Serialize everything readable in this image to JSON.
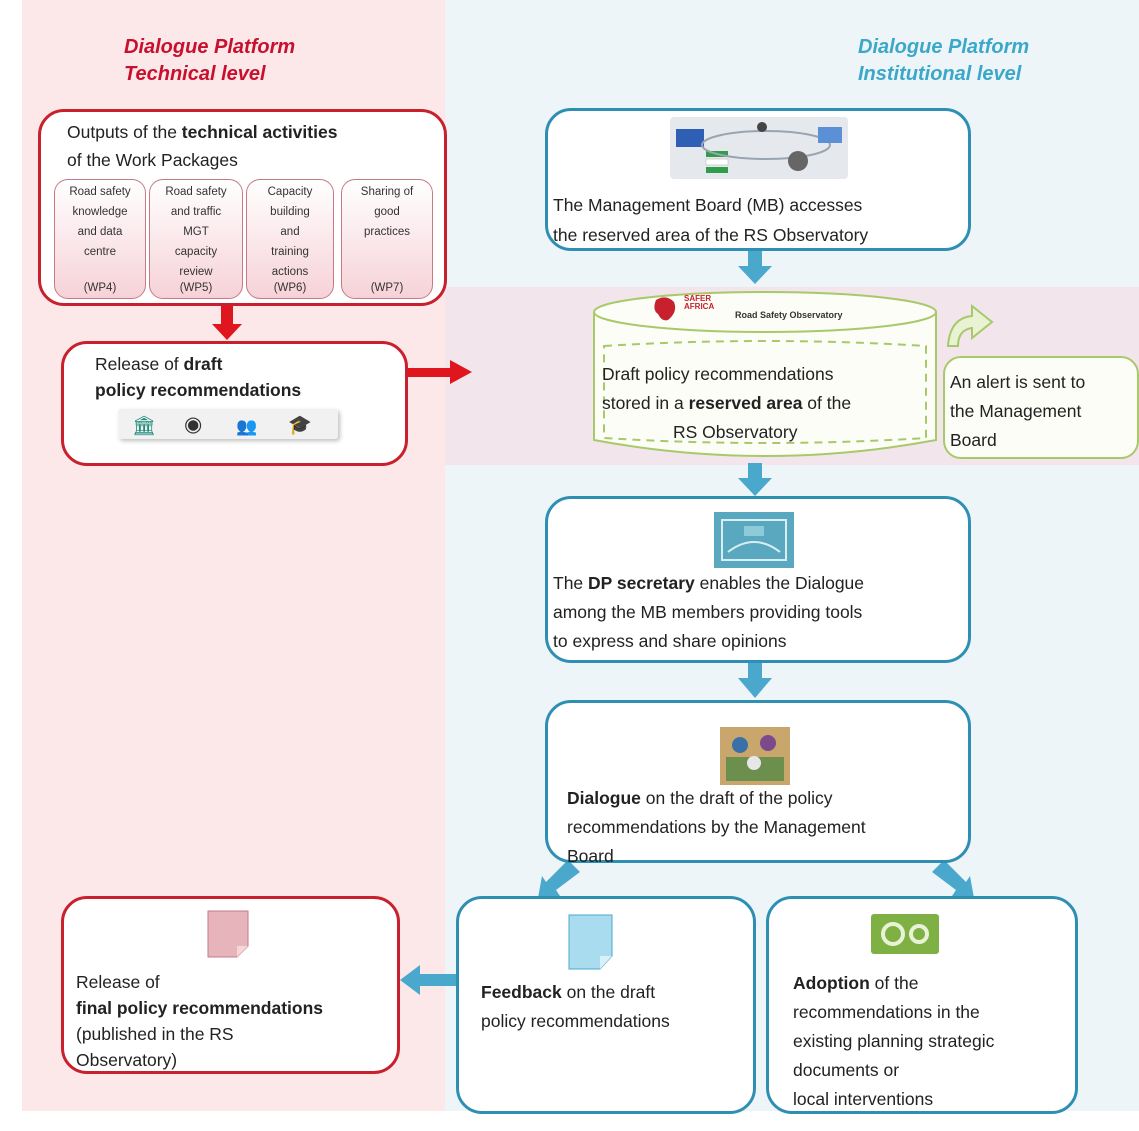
{
  "left_title": {
    "line1": "Dialogue Platform",
    "line2": "Technical level"
  },
  "right_title": {
    "line1": "Dialogue Platform",
    "line2": "Institutional level"
  },
  "outputs_box": {
    "text_pre": "Outputs of the ",
    "text_bold": "technical activities",
    "text_post": "of the Work Packages",
    "work_packages": [
      {
        "label": [
          "Road safety",
          "knowledge",
          "and data",
          "centre"
        ],
        "code": "(WP4)"
      },
      {
        "label": [
          "Road safety",
          "and traffic",
          "MGT",
          "capacity",
          "review"
        ],
        "code": "(WP5)"
      },
      {
        "label": [
          "Capacity",
          "building",
          "and",
          "training",
          "actions"
        ],
        "code": "(WP6)"
      },
      {
        "label": [
          "Sharing of",
          "good",
          "practices"
        ],
        "code": "(WP7)"
      }
    ]
  },
  "release_draft": {
    "pre": "Release of ",
    "bold1": "draft",
    "bold2": "policy recommendations"
  },
  "mb_box": {
    "line1": "The Management Board (MB) accesses",
    "line2": "the reserved area of the RS Observatory"
  },
  "observatory": {
    "logo_top": "SAFER",
    "logo_bottom": "AFRICA",
    "label": "Road Safety Observatory",
    "line1": "Draft policy recommendations",
    "line2_pre": "stored in a ",
    "line2_bold": "reserved area",
    "line2_post": " of  the",
    "line3": "RS Observatory"
  },
  "alert_box": {
    "line1": "An alert is sent to",
    "line2": "the Management",
    "line3": "Board"
  },
  "secretary_box": {
    "pre": "The ",
    "bold": "DP secretary",
    "post": " enables the Dialogue",
    "line2": "among the MB members providing tools",
    "line3": "to express and share opinions"
  },
  "dialogue_box": {
    "bold": "Dialogue",
    "post": " on the draft of the policy",
    "line2": "recommendations by the Management",
    "line3": "Board"
  },
  "final_box": {
    "line1": "Release of",
    "bold": "final policy recommendations",
    "line3": "(published  in the RS",
    "line4": "Observatory)"
  },
  "feedback_box": {
    "bold": "Feedback",
    "post": " on the draft",
    "line2": "policy recommendations"
  },
  "adoption_box": {
    "bold": "Adoption",
    "post": " of the",
    "line2": "recommendations in the",
    "line3": "existing planning strategic",
    "line4": "documents or",
    "line5": "local interventions"
  },
  "colors": {
    "red": "#c8202c",
    "teal": "#2f8fb3",
    "arrow_teal": "#4aa8cc",
    "green": "#a8c96a",
    "left_bg": "#fce8e8",
    "right_bg": "#eef5f8"
  }
}
